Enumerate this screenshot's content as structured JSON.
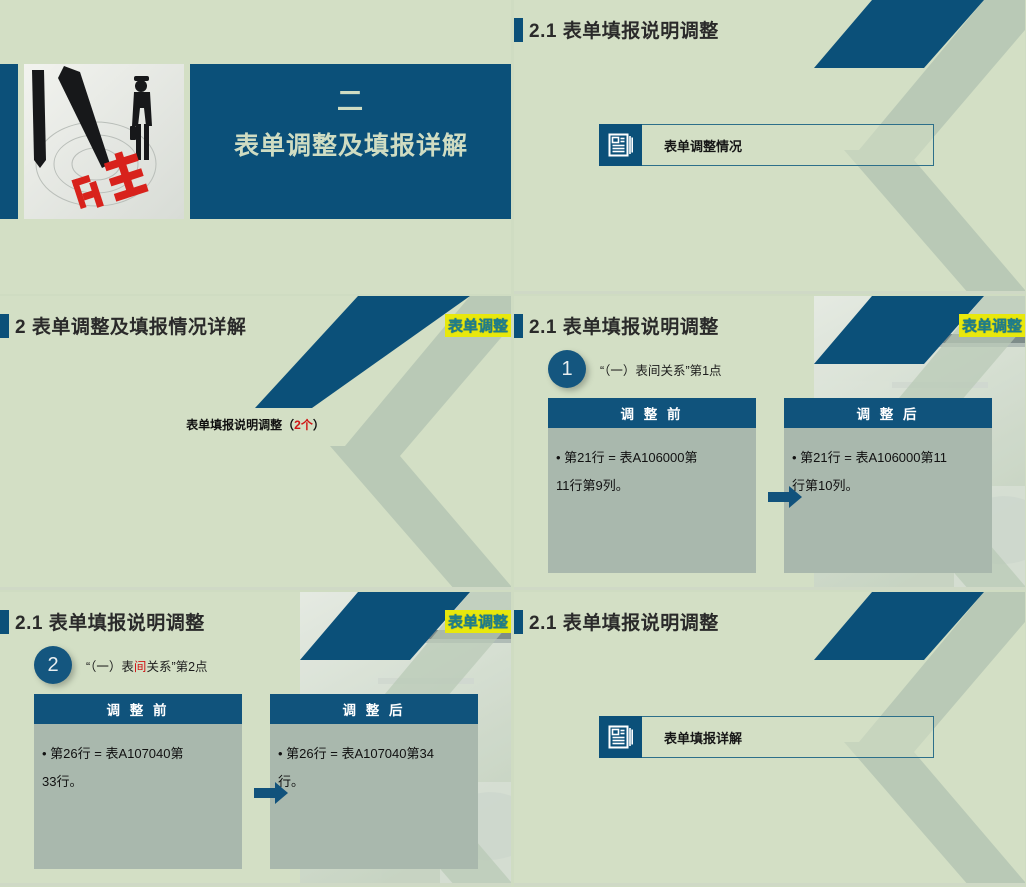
{
  "theme": {
    "bg": "#d3dfc5",
    "accent_blue": "#0b5079",
    "chevron": "#b6c7b4",
    "tag_bg": "#e8e80c",
    "tag_fg": "#1d7d8c",
    "red": "#d01414",
    "body_box": "#a9b8ad"
  },
  "slides": [
    {
      "kind": "title",
      "section_number": "二",
      "title": "表单调整及填报详解",
      "photo_alt": "改革"
    },
    {
      "kind": "section-card",
      "header": "2.1 表单填报说明调整",
      "card_label": "表单调整情况",
      "card_icon": "document-list-icon"
    },
    {
      "kind": "caption",
      "header": "2 表单调整及填报情况详解",
      "tag": "表单调整",
      "caption_main": "表单填报说明调整（",
      "caption_count": "2个",
      "caption_tail": "）"
    },
    {
      "kind": "compare",
      "header": "2.1 表单填报说明调整",
      "tag": "表单调整",
      "number": "1",
      "quote_pre": "“（一）表",
      "quote_hl": "间",
      "quote_post": "关系”第1点",
      "quote_hl_red": false,
      "before_title": "调 整 前",
      "after_title": "调 整 后",
      "before_lines": [
        "• 第21行 = 表A106000第",
        "11行第9列。"
      ],
      "after_lines": [
        "• 第21行 = 表A106000第11",
        "行第10列。"
      ]
    },
    {
      "kind": "compare",
      "header": "2.1 表单填报说明调整",
      "tag": "表单调整",
      "number": "2",
      "quote_pre": "“（一）表",
      "quote_hl": "间",
      "quote_post": "关系”第2点",
      "quote_hl_red": true,
      "before_title": "调 整 前",
      "after_title": "调 整 后",
      "before_lines": [
        "• 第26行 = 表A107040第",
        "33行。"
      ],
      "after_lines": [
        "• 第26行 = 表A107040第34",
        "行。"
      ]
    },
    {
      "kind": "section-card",
      "header": "2.1 表单填报说明调整",
      "card_label": "表单填报详解",
      "card_icon": "document-list-icon"
    }
  ]
}
